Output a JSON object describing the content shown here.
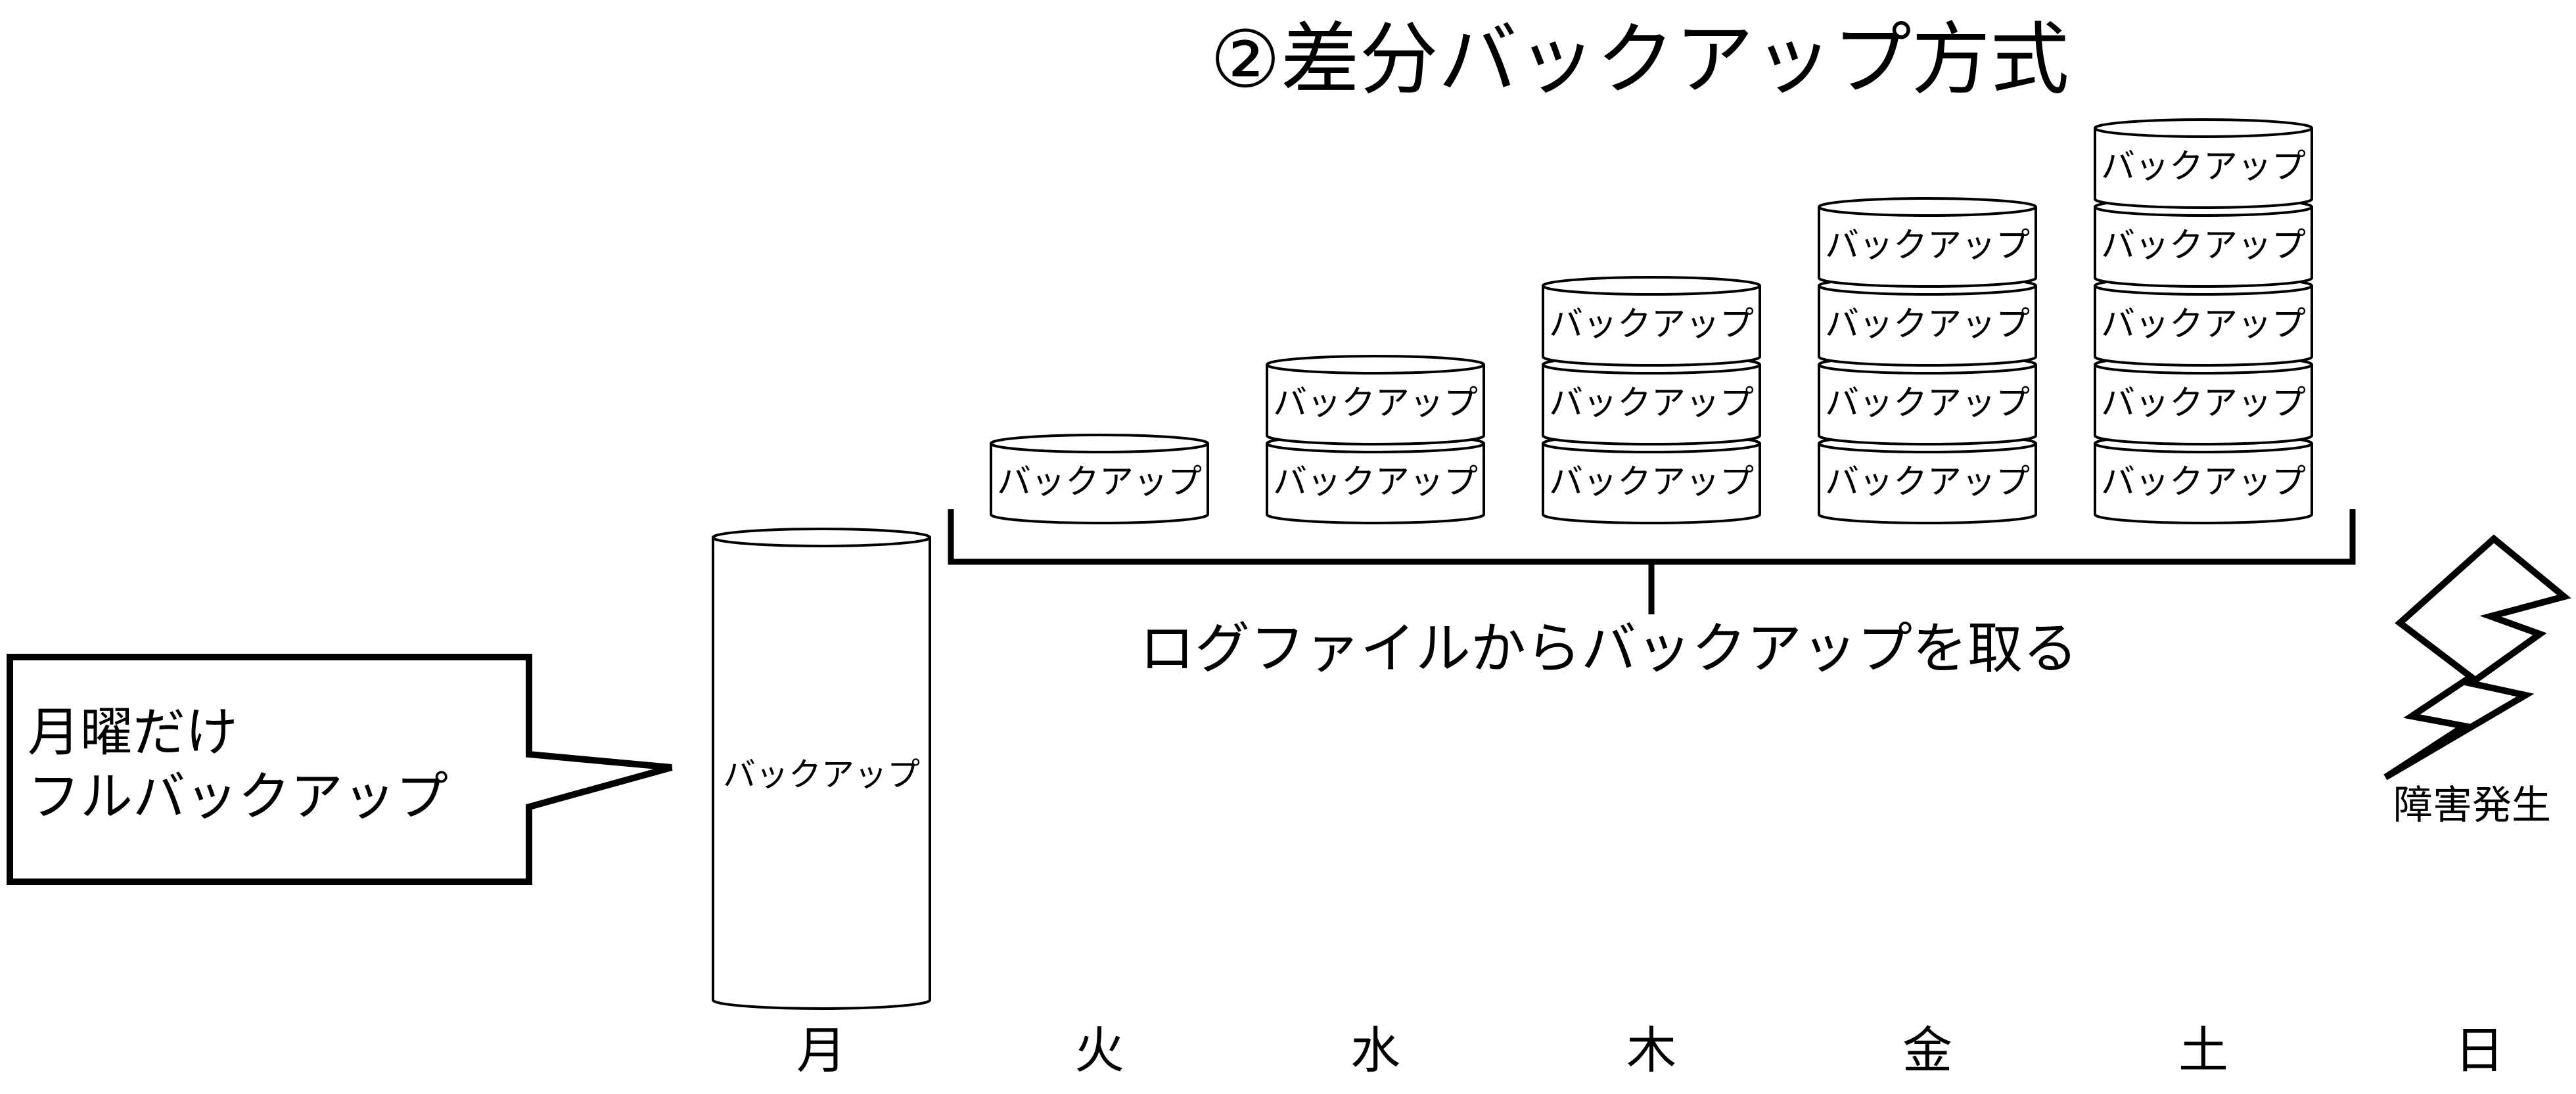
{
  "title": "②差分バックアップ方式",
  "days": [
    "月",
    "火",
    "水",
    "木",
    "金",
    "土",
    "日"
  ],
  "callout": {
    "lines": [
      "月曜だけ",
      "フルバックアップ"
    ]
  },
  "full_backup": {
    "label": "バックアップ"
  },
  "disk_label": "バックアップ",
  "stacks": [
    {
      "day": "火",
      "disks": 1
    },
    {
      "day": "水",
      "disks": 2
    },
    {
      "day": "木",
      "disks": 3
    },
    {
      "day": "金",
      "disks": 4
    },
    {
      "day": "土",
      "disks": 5
    }
  ],
  "bracket": {
    "label": "ログファイルからバックアップを取る"
  },
  "incident": {
    "label": "障害発生",
    "icon": "lightning-bolt-icon"
  }
}
